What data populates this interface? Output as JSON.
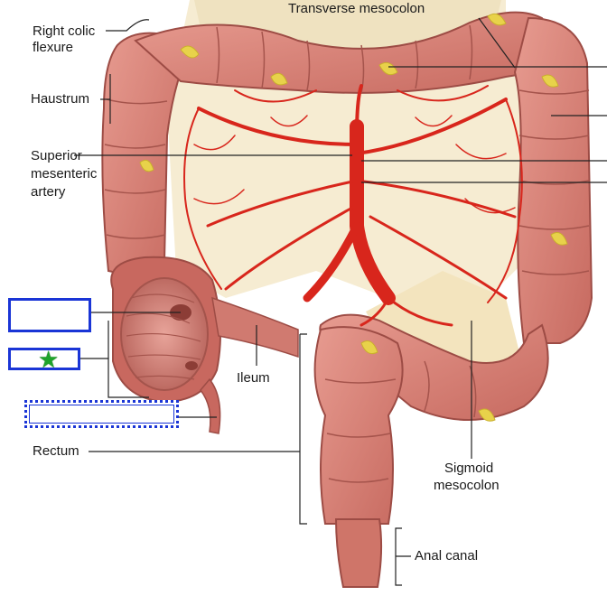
{
  "labels": {
    "transverse_mesocolon": "Transverse mesocolon",
    "right_colic_flexure_1": "Right colic",
    "right_colic_flexure_2": "flexure",
    "haustrum": "Haustrum",
    "superior_mesenteric_1": "Superior",
    "superior_mesenteric_2": "mesenteric",
    "superior_mesenteric_3": "artery",
    "ileum": "Ileum",
    "rectum": "Rectum",
    "sigmoid_mesocolon_1": "Sigmoid",
    "sigmoid_mesocolon_2": "mesocolon",
    "anal_canal": "Anal canal"
  },
  "answer_boxes": [
    {
      "id": "box-1",
      "border": "solid"
    },
    {
      "id": "box-2",
      "border": "solid",
      "marker": "star"
    },
    {
      "id": "box-3",
      "border": "dotted"
    }
  ],
  "colors": {
    "colon": "#d9847a",
    "colon_dark": "#b35a52",
    "artery": "#d8261c",
    "mesentery": "#f3e6c8",
    "fat": "#e8d24a",
    "box_border": "#1a35d6",
    "star": "#1fa32b"
  }
}
